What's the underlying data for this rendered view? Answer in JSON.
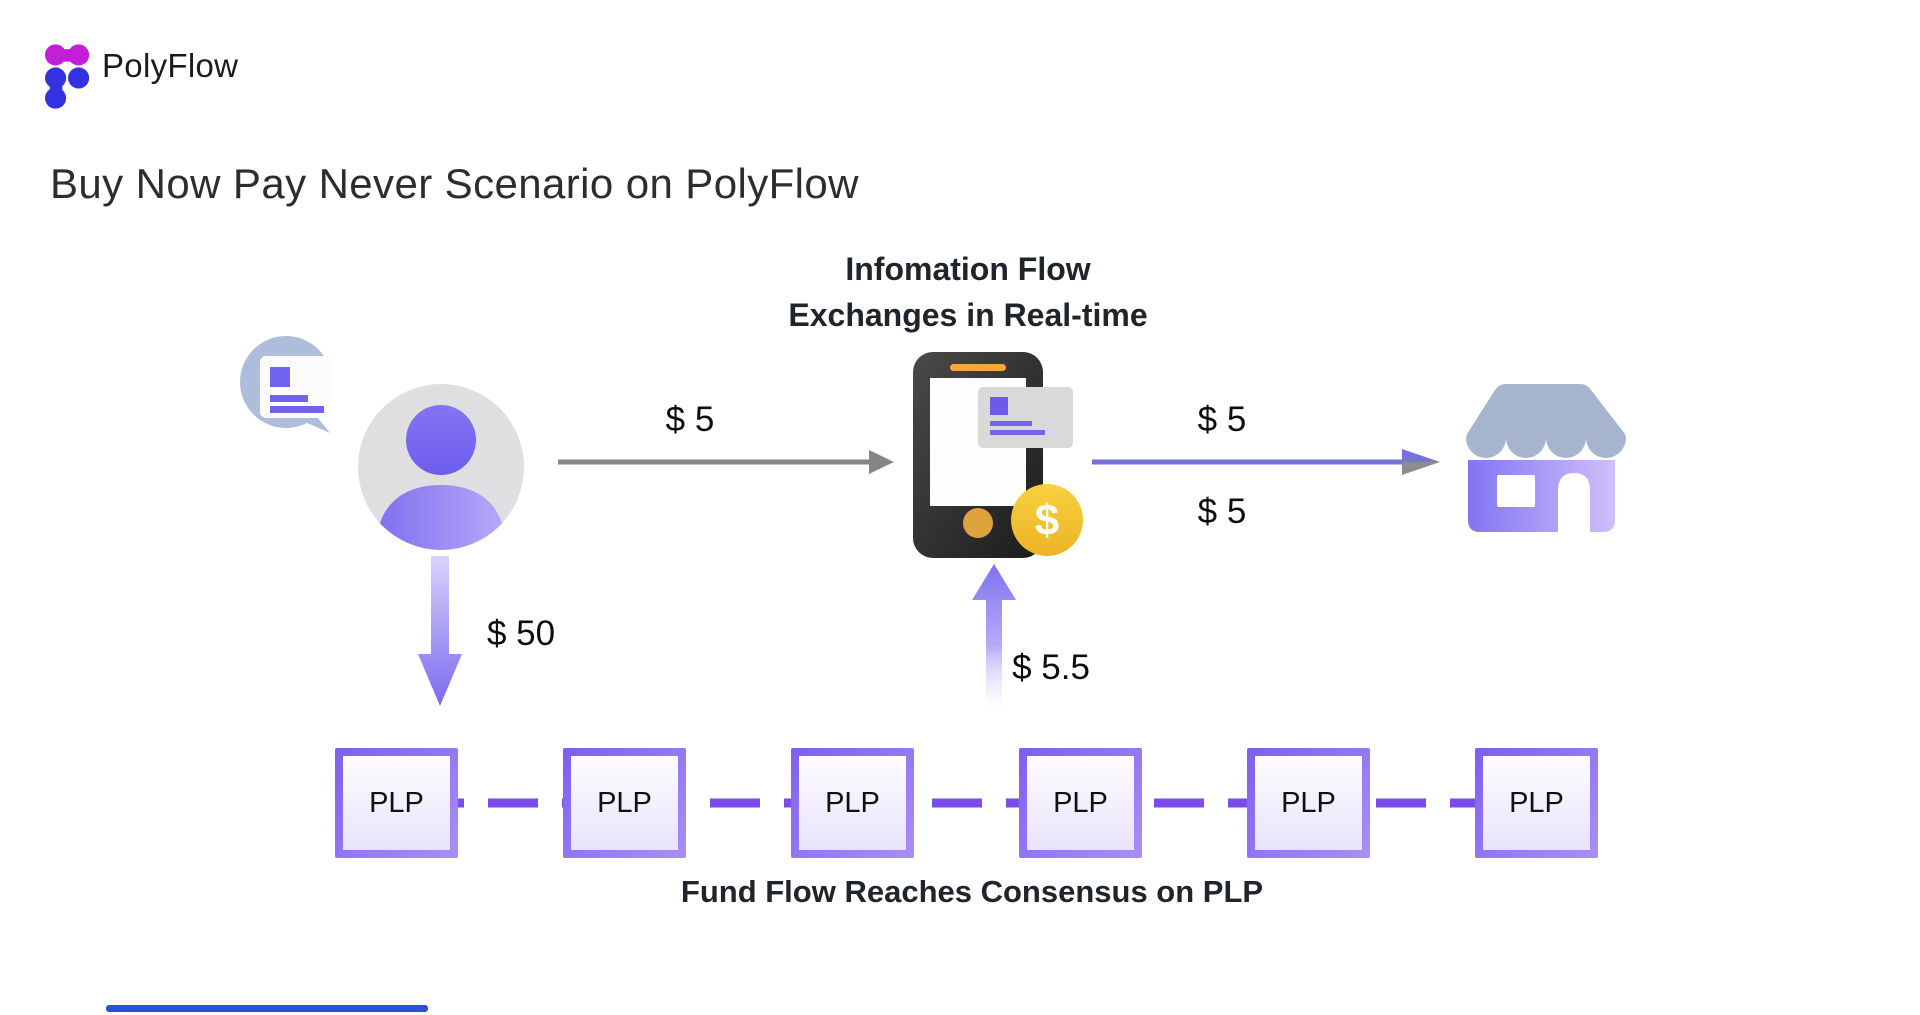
{
  "brand": {
    "name": "PolyFlow"
  },
  "page_title": "Buy Now Pay Never Scenario on PolyFlow",
  "captions": {
    "info_flow_line1": "Infomation Flow",
    "info_flow_line2": "Exchanges in Real-time",
    "fund_flow": "Fund Flow Reaches Consensus on PLP"
  },
  "flow_labels": {
    "user_to_phone": "$ 5",
    "phone_to_store_top": "$ 5",
    "phone_to_store_bottom": "$ 5",
    "user_to_plp": "$ 50",
    "plp_to_phone": "$ 5.5"
  },
  "plp_chain": {
    "nodes": [
      "PLP",
      "PLP",
      "PLP",
      "PLP",
      "PLP",
      "PLP"
    ]
  },
  "icons": {
    "logo_mark": "polyflow-logo-mark",
    "speech_bubble": "payment-card-speech-bubble-icon",
    "user": "user-avatar-icon",
    "phone": "smartphone-icon",
    "card_on_phone": "payment-card-icon",
    "coin": "dollar-coin-icon",
    "coin_symbol": "$",
    "store": "storefront-icon"
  },
  "colors": {
    "logo_magenta": "#C21FD6",
    "logo_blue": "#3331E2",
    "purple_accent": "#7B5CF0",
    "dash_purple": "#7B4BEB",
    "arrow_gray": "#858585",
    "arrow_purple": "#7672DC",
    "coin_yellow": "#F5C42F",
    "awning_bluegray": "#A7B4CE",
    "bottom_bar_blue": "#2B50D8"
  }
}
